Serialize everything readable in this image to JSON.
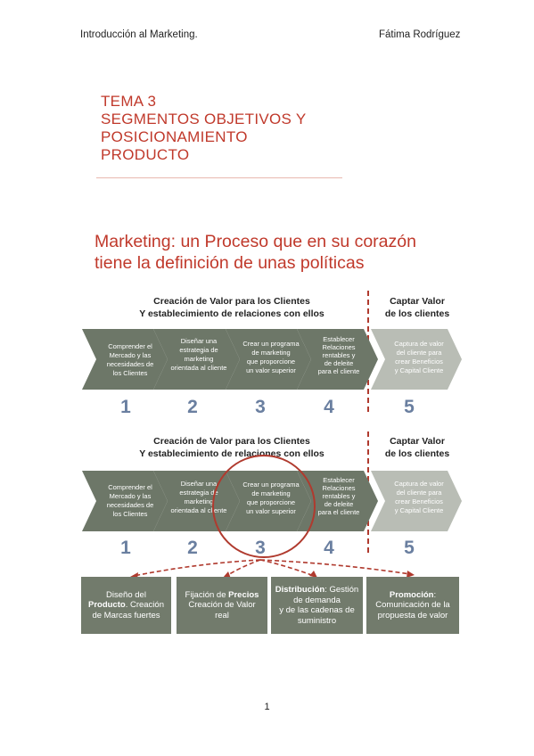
{
  "header": {
    "left": "Introducción al Marketing.",
    "right": "Fátima Rodríguez"
  },
  "title_lines": [
    "TEMA 3",
    "SEGMENTOS OBJETIVOS Y",
    "POSICIONAMIENTO",
    "PRODUCTO"
  ],
  "subtitle_lines": [
    "Marketing: un Proceso que en su corazón",
    "tiene la definición de unas políticas"
  ],
  "process": {
    "group1_heading": [
      "Creación de Valor para los Clientes",
      "Y establecimiento de relaciones con ellos"
    ],
    "group2_heading": [
      "Captar Valor",
      "de los clientes"
    ],
    "steps": [
      {
        "number": "1",
        "lines": [
          "Comprender el",
          "Mercado y las",
          "necesidades de",
          "los Clientes"
        ]
      },
      {
        "number": "2",
        "lines": [
          "Diseñar una",
          "estrategia de",
          "marketing",
          "orientada al cliente"
        ]
      },
      {
        "number": "3",
        "lines": [
          "Crear un programa",
          "de marketing",
          "que proporcione",
          "un valor superior"
        ]
      },
      {
        "number": "4",
        "lines": [
          "Establecer",
          "Relaciones",
          "rentables y",
          "de deleite",
          "para el cliente"
        ]
      },
      {
        "number": "5",
        "lines": [
          "Captura de valor",
          "del cliente para",
          "crear Beneficios",
          "y Capital Cliente"
        ]
      }
    ]
  },
  "policies": [
    {
      "bold": "",
      "lines": [
        "Diseño del"
      ],
      "bold_line": "Producto",
      "rest": [
        "Creación",
        "de Marcas fuertes"
      ]
    },
    {
      "bold": "Precios",
      "lines": [],
      "bold_line": "",
      "rest": []
    },
    {
      "bold": "Distribución",
      "lines": [],
      "bold_line": "",
      "rest": []
    },
    {
      "bold": "Promoción",
      "lines": [],
      "bold_line": "",
      "rest": []
    }
  ],
  "policy_texts": {
    "p1_a": "Diseño del",
    "p1_b": "Producto",
    "p1_c": ". Creación",
    "p1_d": "de Marcas fuertes",
    "p2_a": "Fijación de ",
    "p2_b": "Precios",
    "p2_c": "Creación de Valor",
    "p2_d": "real",
    "p3_a": "Distribución",
    "p3_b": ": Gestión de demanda",
    "p3_c": "y de las cadenas de",
    "p3_d": "suministro",
    "p4_a": "Promoción",
    "p4_b": ":",
    "p4_c": "Comunicación de la",
    "p4_d": "propuesta de valor"
  },
  "page_number": "1",
  "colors": {
    "accent": "#c0392b",
    "chevron": "#6d7768",
    "chevron_light": "#b9bdb5",
    "dash": "#b03a2e"
  }
}
